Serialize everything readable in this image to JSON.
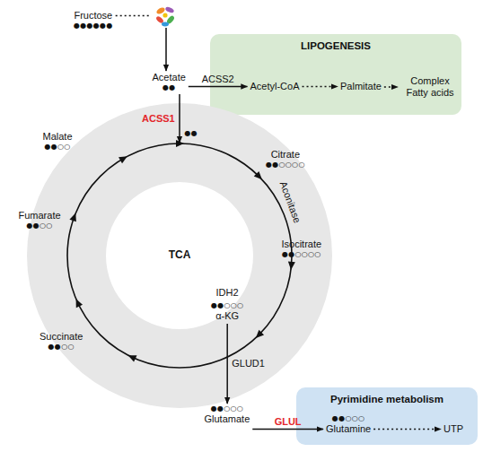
{
  "diagram": {
    "nodes": [
      {
        "text": [
          "Fructose",
          "●●●●●●"
        ]
      },
      {
        "text": [
          "Acetate",
          "●●"
        ]
      },
      {
        "text": [
          "LIPOGENESIS"
        ]
      },
      {
        "text": [
          "Acetyl-CoA"
        ],
        "in": 2
      },
      {
        "text": [
          "Palmitate"
        ],
        "in": 2
      },
      {
        "text": [
          "Complex Fatty acids"
        ],
        "in": 2
      },
      {
        "text": [
          "TCA"
        ]
      },
      {
        "text": [
          "Citrate",
          "●●○○○○"
        ],
        "in": 6
      },
      {
        "text": [
          "Isocitrate",
          "●●○○○○"
        ],
        "in": 6
      },
      {
        "text": [
          "●●○○○",
          "α-KG"
        ],
        "in": 6
      },
      {
        "text": [
          "Succinate",
          "●●○○"
        ],
        "in": 6
      },
      {
        "text": [
          "Fumarate",
          "●●○○"
        ],
        "in": 6
      },
      {
        "text": [
          "Malate",
          "●●○○"
        ],
        "in": 6
      },
      {
        "text": [
          "●●○○○",
          "Glutamate"
        ]
      },
      {
        "text": [
          "Pyrimidine metabolism"
        ]
      },
      {
        "text": [
          "●●○○○",
          "Glutamine"
        ],
        "in": 14
      },
      {
        "text": [
          "UTP"
        ],
        "in": 14
      }
    ],
    "edges": [
      {
        "from": 0,
        "to": 1,
        "arrow": "to"
      },
      {
        "from": 1,
        "to": 3,
        "label": "ACSS2",
        "arrow": "to"
      },
      {
        "from": 3,
        "to": 4,
        "arrow": "to"
      },
      {
        "from": 4,
        "to": 5,
        "arrow": "to"
      },
      {
        "from": 1,
        "to": 6,
        "label": "ACSS1",
        "arrow": "to"
      },
      {
        "from": 9,
        "to": 13,
        "label": "GLUD1",
        "arrow": "to"
      },
      {
        "from": 13,
        "to": 15,
        "label": "GLUL",
        "arrow": "to"
      },
      {
        "from": 15,
        "to": 16,
        "arrow": "to"
      }
    ],
    "labels": [
      "●●",
      "Aconitase",
      "IDH2"
    ]
  }
}
